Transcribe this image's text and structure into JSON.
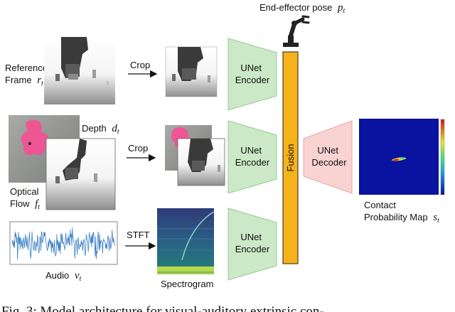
{
  "inputs": {
    "reference": {
      "line1": "Reference",
      "line2": "Frame",
      "symbol": "r",
      "sub": "t"
    },
    "depth": {
      "text": "Depth",
      "symbol": "d",
      "sub": "t"
    },
    "flow": {
      "line1": "Optical",
      "line2": "Flow",
      "symbol": "f",
      "sub": "t"
    },
    "audio": {
      "text": "Audio",
      "symbol": "v",
      "sub": "t"
    }
  },
  "ops": {
    "crop_top": "Crop",
    "crop_mid": "Crop",
    "stft": "STFT"
  },
  "spectrogram_label": "Spectrogram",
  "encoders": [
    "UNet\nEncoder",
    "UNet\nEncoder",
    "UNet\nEncoder"
  ],
  "end_effector": {
    "text": "End-effector pose",
    "symbol": "p",
    "sub": "t"
  },
  "fusion": "Fusion",
  "decoder": "UNet\nDecoder",
  "output": {
    "line1": "Contact",
    "line2": "Probability Map",
    "symbol": "s",
    "sub": "t"
  },
  "colors": {
    "encoder_fill": "#cbe9c6",
    "encoder_stroke": "#9cc896",
    "fusion_fill": "#f6b21a",
    "decoder_fill": "#f9d2d2",
    "decoder_stroke": "#e7a9a9",
    "heatmap_bg": "#0a12a0",
    "waveform": "#3a7ec4"
  },
  "caption": "Fig. 3: Model architecture for visual-auditory extrinsic con-"
}
